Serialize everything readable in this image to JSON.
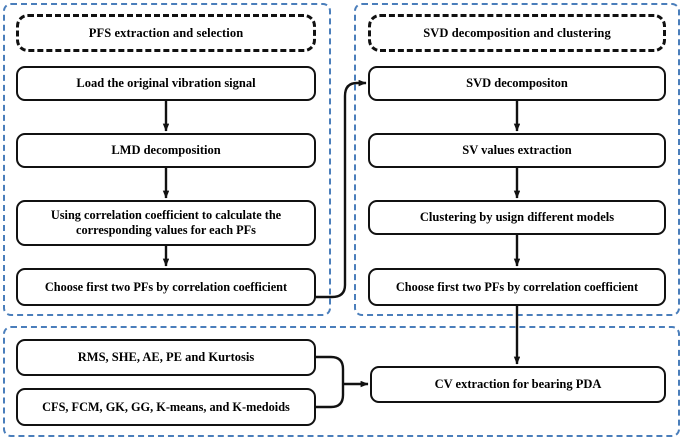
{
  "figure": {
    "type": "flowchart",
    "panels": [
      {
        "id": "pfs",
        "title": "PFS extraction and selection",
        "nodes": [
          "Load the original vibration signal",
          "LMD decomposition",
          "Using correlation coefficient to calculate the corresponding values for each PFs",
          "Choose first two PFs by correlation coefficient"
        ]
      },
      {
        "id": "svd",
        "title": "SVD decomposition and clustering",
        "nodes": [
          "SVD decompositon",
          "SV values extraction",
          "Clustering by usign different models",
          "Choose first two PFs by correlation coefficient"
        ]
      },
      {
        "id": "features",
        "title": "",
        "nodes": [
          "RMS, SHE, AE, PE and Kurtosis",
          "CFS, FCM, GK, GG, K-means, and K-medoids",
          "CV extraction for bearing PDA"
        ]
      }
    ]
  },
  "colors": {
    "panel_border": "#4a7ebb",
    "node_border": "#111111",
    "text": "#000000",
    "background": "#ffffff"
  }
}
